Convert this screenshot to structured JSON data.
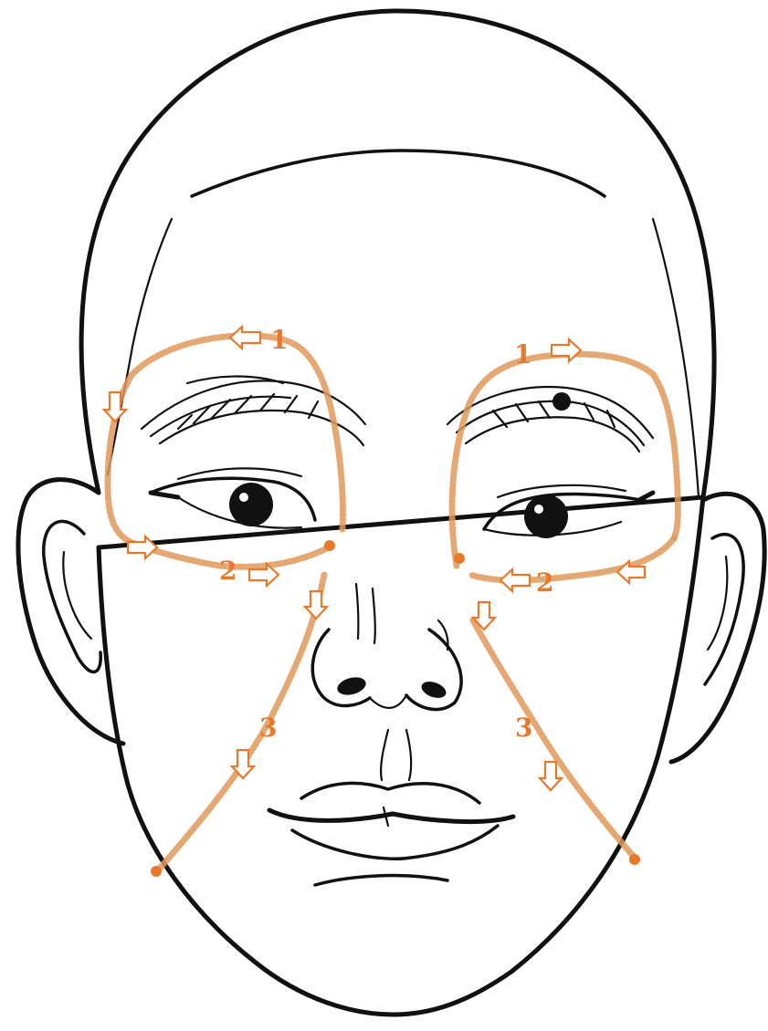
{
  "diagram": {
    "accent_color": "#e8782a",
    "line_color": "#111111",
    "labels": {
      "left_1": "1",
      "left_2": "2",
      "left_3": "3",
      "right_1": "1",
      "right_2": "2",
      "right_3": "3"
    },
    "arrows": {
      "left_1": "arrow-left",
      "left_side": "arrow-down",
      "left_2a": "arrow-right",
      "left_2b": "arrow-right",
      "left_nose": "arrow-down",
      "left_3": "arrow-down",
      "right_1": "arrow-right",
      "right_2a": "arrow-left",
      "right_2b": "arrow-left",
      "right_nose": "arrow-down",
      "right_3": "arrow-down"
    }
  }
}
